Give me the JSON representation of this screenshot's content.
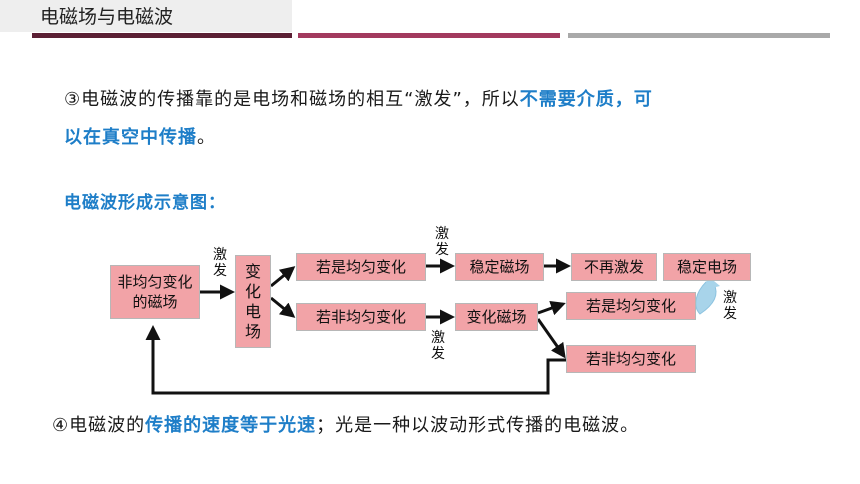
{
  "header": {
    "title": "电磁场与电磁波"
  },
  "para3": {
    "line1_a": "③电磁波的传播靠的是电场和磁场的相互“激发”，所以",
    "line1_b": "不需要介质，可",
    "line2_a": "以在真空中传播",
    "line2_b": "。"
  },
  "diagram": {
    "heading": "电磁波形成示意图：",
    "boxes": {
      "nonuniform_magnetic": "非均匀变化的磁场",
      "changing_electric": "变化电场",
      "uniform_change_1": "若是均匀变化",
      "stable_magnetic": "稳定磁场",
      "no_excite": "不再激发",
      "stable_electric": "稳定电场",
      "nonuniform_change_1": "若非均匀变化",
      "changing_magnetic": "变化磁场",
      "uniform_change_2": "若是均匀变化",
      "nonuniform_change_2": "若非均匀变化"
    },
    "excite_label": "激发"
  },
  "para4": {
    "a": "④电磁波的",
    "b": "传播的速度等于光速",
    "c": "；光是一种以波动形式传播的电磁波。"
  },
  "colors": {
    "box_fill": "#f2a3a7",
    "accent_blue": "#1e7ec8",
    "bar_dark": "#5b1f34",
    "bar_mid": "#a23a5e",
    "bar_grey": "#a9a9a9",
    "curve_arrow": "#a8d4ea"
  }
}
